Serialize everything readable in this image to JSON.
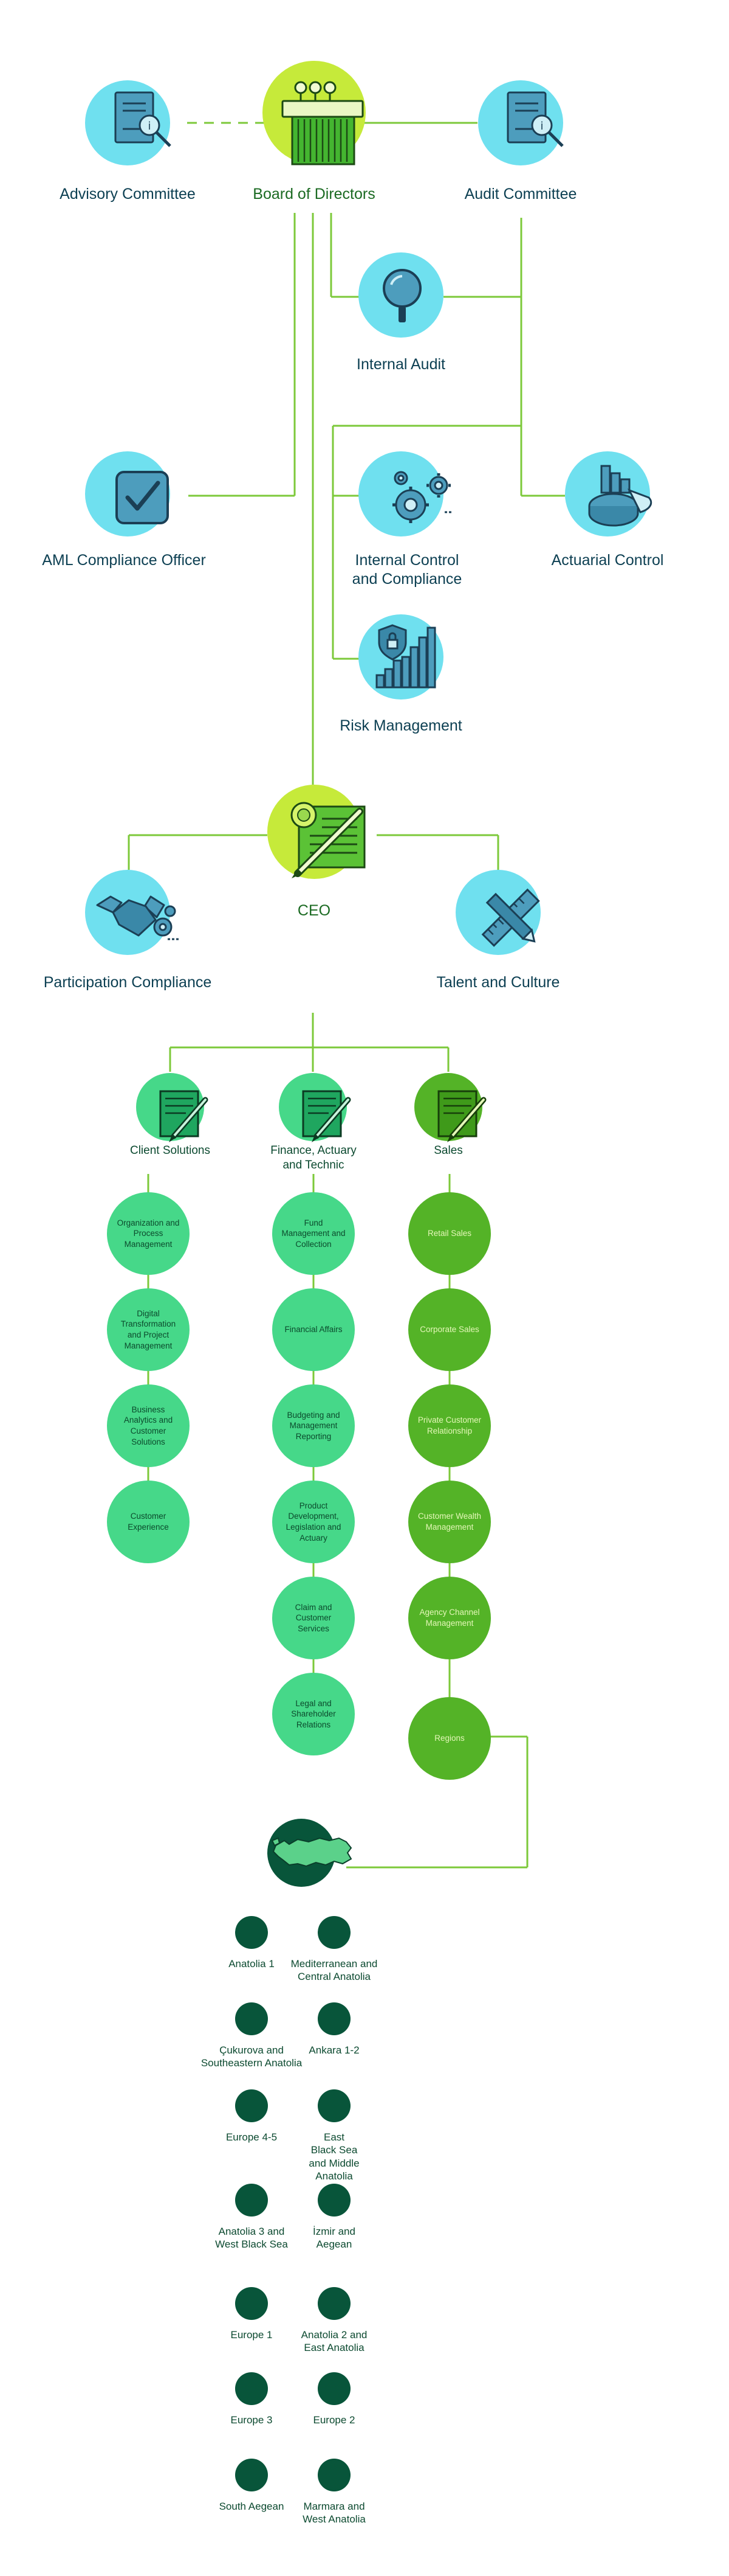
{
  "governance": {
    "board": "Board of Directors",
    "advisory": "Advisory Committee",
    "audit_committee": "Audit Committee",
    "internal_audit": "Internal Audit",
    "aml": "AML Compliance Officer",
    "internal_control": "Internal Control\nand Compliance",
    "actuarial": "Actuarial Control",
    "risk": "Risk Management"
  },
  "executive": {
    "ceo": "CEO",
    "participation": "Participation Compliance",
    "talent": "Talent and Culture"
  },
  "divisions": [
    {
      "name": "Client Solutions",
      "units": [
        "Organization and Process Management",
        "Digital Transformation and Project Management",
        "Business Analytics and Customer Solutions",
        "Customer Experience"
      ]
    },
    {
      "name": "Finance, Actuary\nand Technic",
      "units": [
        "Fund Management and Collection",
        "Financial Affairs",
        "Budgeting and Management Reporting",
        "Product Development, Legislation and Actuary",
        "Claim and Customer Services",
        "Legal and Shareholder Relations"
      ]
    },
    {
      "name": "Sales",
      "units": [
        "Retail Sales",
        "Corporate Sales",
        "Private Customer Relationship",
        "Customer Wealth Management",
        "Agency Channel Management",
        "Regions"
      ]
    }
  ],
  "regions": [
    "Anatolia 1",
    "Mediterranean and\nCentral Anatolia",
    "Çukurova and\nSoutheastern Anatolia",
    "Ankara 1-2",
    "Europe 4-5",
    "East\nBlack Sea\nand Middle\nAnatolia",
    "Anatolia 3 and\nWest Black Sea",
    "İzmir and\nAegean",
    "Europe 1",
    "Anatolia 2 and\nEast Anatolia",
    "Europe 3",
    "Europe 2",
    "South Aegean",
    "Marmara and\nWest Anatolia"
  ],
  "colors": {
    "cyan": "#6fe0ef",
    "lime": "#c6ea3a",
    "mint": "#46d889",
    "green": "#54b327",
    "dark_green": "#08553a",
    "line": "#7cc93a"
  },
  "icons": {
    "board": "shredder-icon",
    "advisory": "document-magnifier-icon",
    "audit_committee": "document-magnifier-icon",
    "internal_audit": "magnifier-icon",
    "aml": "checkbox-icon",
    "internal_control": "gears-icon",
    "actuarial": "pie-chart-icon",
    "risk": "shield-chart-icon",
    "ceo": "certificate-pen-icon",
    "participation": "handshake-gear-icon",
    "talent": "ruler-pencil-icon",
    "division": "document-pen-icon",
    "regions": "turkey-map-icon"
  }
}
